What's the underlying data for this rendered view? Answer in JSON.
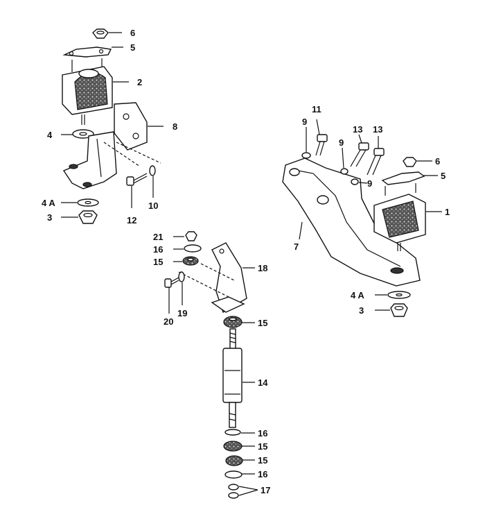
{
  "callouts": {
    "c1": "1",
    "c2": "2",
    "c3a": "3",
    "c3b": "3",
    "c4": "4",
    "c4a_left": "4 A",
    "c4a_right": "4 A",
    "c5a": "5",
    "c5b": "5",
    "c6a": "6",
    "c6b": "6",
    "c7": "7",
    "c8": "8",
    "c9a": "9",
    "c9b": "9",
    "c9c": "9",
    "c10": "10",
    "c11": "11",
    "c12": "12",
    "c13a": "13",
    "c13b": "13",
    "c14": "14",
    "c15a": "15",
    "c15b": "15",
    "c15c": "15",
    "c15d": "15",
    "c16a": "16",
    "c16b": "16",
    "c16c": "16",
    "c17": "17",
    "c18": "18",
    "c19": "19",
    "c20": "20",
    "c21": "21"
  }
}
